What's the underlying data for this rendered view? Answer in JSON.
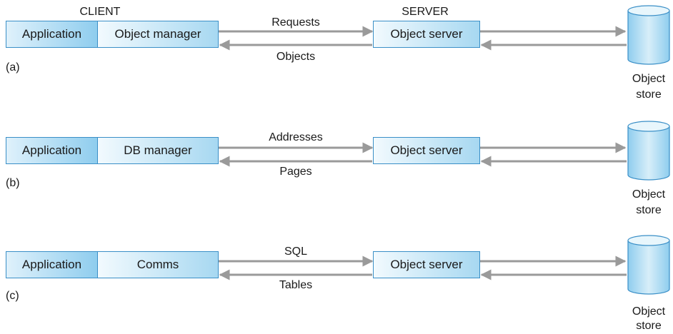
{
  "headers": {
    "client": "CLIENT",
    "server": "SERVER"
  },
  "rows": [
    {
      "tag": "(a)",
      "app_label": "Application",
      "client_mid_label": "Object manager",
      "request_label": "Requests",
      "response_label": "Objects",
      "server_label": "Object server",
      "store_label_line1": "Object",
      "store_label_line2": "store"
    },
    {
      "tag": "(b)",
      "app_label": "Application",
      "client_mid_label": "DB manager",
      "request_label": "Addresses",
      "response_label": "Pages",
      "server_label": "Object server",
      "store_label_line1": "Object",
      "store_label_line2": "store"
    },
    {
      "tag": "(c)",
      "app_label": "Application",
      "client_mid_label": "Comms",
      "request_label": "SQL",
      "response_label": "Tables",
      "server_label": "Object server",
      "store_label_line1": "Object",
      "store_label_line2": "store"
    }
  ],
  "colors": {
    "box_border": "#3a8fc7",
    "box_fill_light": "#e6f5fc",
    "box_fill_dark": "#8fcdee",
    "arrow": "#9a9a9a"
  }
}
